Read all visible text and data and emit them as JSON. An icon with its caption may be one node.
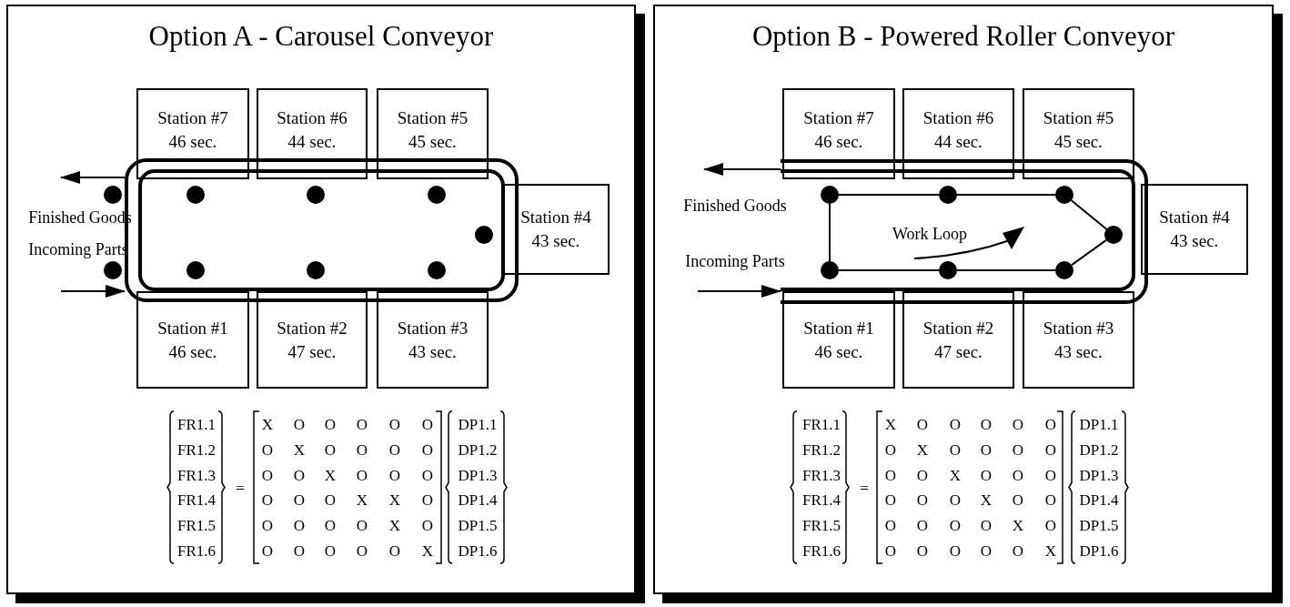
{
  "diagram": {
    "nodes": [
      {
        "text": [
          "Option A - Carousel Conveyor"
        ]
      },
      {
        "text": [
          "Station #7",
          "46 sec."
        ],
        "in": 0
      },
      {
        "text": [
          "Station #6",
          "44 sec."
        ],
        "in": 0
      },
      {
        "text": [
          "Station #5",
          "45 sec."
        ],
        "in": 0
      },
      {
        "text": [
          "Station #4",
          "43 sec."
        ],
        "in": 0
      },
      {
        "text": [
          "Station #1",
          "46 sec."
        ],
        "in": 0
      },
      {
        "text": [
          "Station #2",
          "47 sec."
        ],
        "in": 0
      },
      {
        "text": [
          "Station #3",
          "43 sec."
        ],
        "in": 0
      },
      {
        "text": [],
        "shape": "box",
        "in": 0
      },
      {
        "text": [
          "Option B - Powered Roller Conveyor"
        ]
      },
      {
        "text": [
          "Station #7",
          "46 sec."
        ],
        "in": 9
      },
      {
        "text": [
          "Station #6",
          "44 sec."
        ],
        "in": 9
      },
      {
        "text": [
          "Station #5",
          "45 sec."
        ],
        "in": 9
      },
      {
        "text": [
          "Station #4",
          "43 sec."
        ],
        "in": 9
      },
      {
        "text": [
          "Station #1",
          "46 sec."
        ],
        "in": 9
      },
      {
        "text": [
          "Station #2",
          "47 sec."
        ],
        "in": 9
      },
      {
        "text": [
          "Station #3",
          "43 sec."
        ],
        "in": 9
      },
      {
        "text": [],
        "shape": "track",
        "in": 9
      },
      {
        "text": [],
        "shape": "circle",
        "in": 17
      },
      {
        "text": [],
        "shape": "circle",
        "in": 17
      },
      {
        "text": [],
        "shape": "circle",
        "in": 17
      },
      {
        "text": [],
        "shape": "circle",
        "in": 17
      },
      {
        "text": [],
        "shape": "circle",
        "in": 17
      },
      {
        "text": [],
        "shape": "circle",
        "in": 17
      },
      {
        "text": [],
        "shape": "circle",
        "in": 17
      }
    ],
    "edges": [
      {
        "from": 8,
        "to": null,
        "arrow": "to"
      },
      {
        "from": null,
        "to": 8,
        "arrow": "to"
      },
      {
        "from": 17,
        "to": null,
        "arrow": "to"
      },
      {
        "from": null,
        "to": 17,
        "arrow": "to"
      },
      {
        "from": 18,
        "to": 19,
        "arrow": "none"
      },
      {
        "from": 19,
        "to": 20,
        "arrow": "none"
      },
      {
        "from": 20,
        "to": 21,
        "arrow": "none"
      },
      {
        "from": 21,
        "to": 24,
        "arrow": "none"
      },
      {
        "from": 24,
        "to": 23,
        "arrow": "none"
      },
      {
        "from": 23,
        "to": 22,
        "arrow": "none"
      },
      {
        "from": 22,
        "to": 18,
        "arrow": "none"
      }
    ],
    "labels": [
      "Finished Goods",
      "Incoming Parts",
      "FR1.1",
      "X",
      "O",
      "O",
      "O",
      "O",
      "O",
      "DP1.1",
      "FR1.2",
      "O",
      "X",
      "O",
      "O",
      "O",
      "O",
      "DP1.2",
      "FR1.3",
      "O",
      "O",
      "X",
      "O",
      "O",
      "O",
      "DP1.3",
      "FR1.4",
      "O",
      "O",
      "O",
      "X",
      "X",
      "O",
      "DP1.4",
      "FR1.5",
      "O",
      "O",
      "O",
      "O",
      "X",
      "O",
      "DP1.5",
      "FR1.6",
      "O",
      "O",
      "O",
      "O",
      "O",
      "X",
      "DP1.6",
      "=",
      "Finished Goods",
      "Work Loop",
      "Incoming Parts",
      "FR1.1",
      "X",
      "O",
      "O",
      "O",
      "O",
      "O",
      "DP1.1",
      "FR1.2",
      "O",
      "X",
      "O",
      "O",
      "O",
      "O",
      "DP1.2",
      "FR1.3",
      "O",
      "O",
      "X",
      "O",
      "O",
      "O",
      "DP1.3",
      "FR1.4",
      "O",
      "O",
      "O",
      "X",
      "O",
      "O",
      "DP1.4",
      "FR1.5",
      "O",
      "O",
      "O",
      "O",
      "X",
      "O",
      "DP1.5",
      "FR1.6",
      "O",
      "O",
      "O",
      "O",
      "O",
      "X",
      "DP1.6",
      "="
    ]
  }
}
